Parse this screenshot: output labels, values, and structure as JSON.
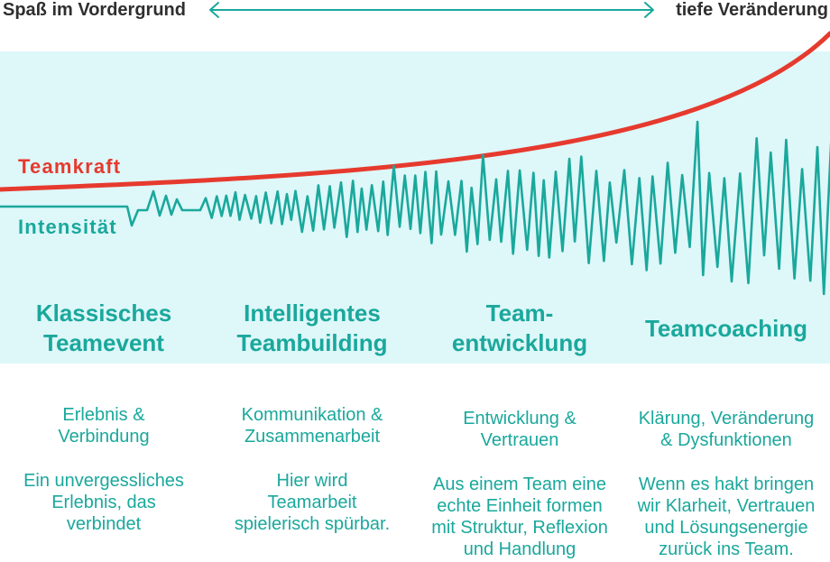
{
  "scale": {
    "left_label": "Spaß im Vordergrund",
    "right_label": "tiefe Veränderung"
  },
  "curves": {
    "teamkraft_label": "Teamkraft",
    "intensitaet_label": "Intensität"
  },
  "columns": [
    {
      "heading": [
        "Klassisches",
        "Teamevent"
      ],
      "focus": [
        "Erlebnis &",
        "Verbindung"
      ],
      "description": [
        "Ein unvergessliches",
        "Erlebnis, das",
        "verbindet"
      ]
    },
    {
      "heading": [
        "Intelligentes",
        "Teambuilding"
      ],
      "focus": [
        "Kommunikation &",
        "Zusammenarbeit"
      ],
      "description": [
        "Hier wird",
        "Teamarbeit",
        "spielerisch spürbar."
      ]
    },
    {
      "heading": [
        "Team-",
        "entwicklung"
      ],
      "focus": [
        "Entwicklung &",
        "Vertrauen"
      ],
      "description": [
        "Aus einem Team eine",
        "echte Einheit formen",
        "mit Struktur, Reflexion",
        "und Handlung"
      ]
    },
    {
      "heading": [
        "Teamcoaching"
      ],
      "focus": [
        "Klärung, Veränderung",
        "& Dysfunktionen"
      ],
      "description": [
        "Wenn es hakt bringen",
        "wir Klarheit, Vertrauen",
        "und Lösungsenergie",
        "zurück ins Team."
      ]
    }
  ],
  "colors": {
    "teal": "#1aa89c",
    "red": "#e63a2e",
    "band": "#def7f9",
    "dark_text": "#2f2f2f"
  }
}
